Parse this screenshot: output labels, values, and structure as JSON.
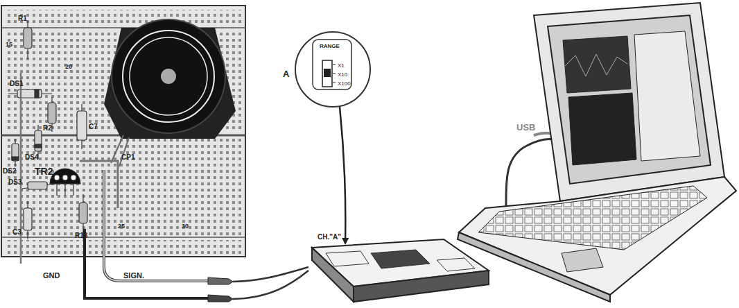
{
  "diagram": {
    "nodes": [
      {
        "text": [
          "RANGE",
          "X1",
          "X10",
          "X100"
        ]
      },
      {
        "text": [
          "CH.\"A\""
        ]
      }
    ],
    "edges": [
      {
        "from": 0,
        "to": 1,
        "arrow": "to"
      }
    ],
    "labels": [
      "R1",
      "DS1",
      "R2",
      "C7",
      "DS4",
      "DS2",
      "TR2",
      "CP1",
      "DS3",
      "C3",
      "R18",
      "15",
      "20",
      "25",
      "30",
      "GND",
      "SIGN.",
      "A",
      "USB"
    ]
  }
}
